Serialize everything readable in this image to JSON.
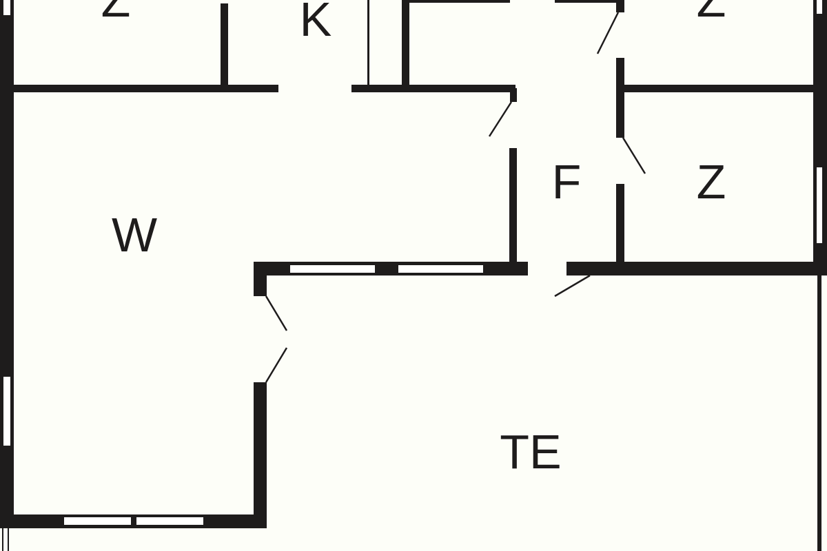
{
  "plan": {
    "colors": {
      "background": "#fdfef8",
      "wall": "#1e1c1c",
      "window": "#ffffff"
    },
    "rooms": [
      {
        "id": "z-top-left",
        "label": "Z"
      },
      {
        "id": "k",
        "label": "K"
      },
      {
        "id": "z-top-right",
        "label": "Z"
      },
      {
        "id": "f",
        "label": "F"
      },
      {
        "id": "z-right",
        "label": "Z"
      },
      {
        "id": "w",
        "label": "W"
      },
      {
        "id": "te",
        "label": "TE"
      }
    ]
  }
}
